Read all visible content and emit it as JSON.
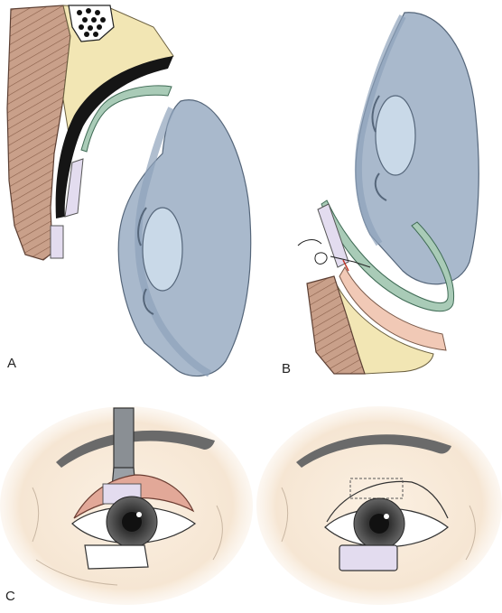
{
  "panels": {
    "a": {
      "label": "A"
    },
    "b": {
      "label": "B"
    },
    "c": {
      "label": "C"
    }
  },
  "colors": {
    "globe": "#a9b9cc",
    "sclera_line": "#8fa3bb",
    "lens": "#c9d9e8",
    "muscle": "#c9a08a",
    "fat": "#f2e6b4",
    "graft_lavender": "#e3dcef",
    "graft_green": "#a9cbb7",
    "bone_black": "#151515",
    "skin": "#f6e6d3",
    "everted_lid": "#e2a898",
    "brow": "#6a6a6a",
    "iris": "#444444"
  }
}
